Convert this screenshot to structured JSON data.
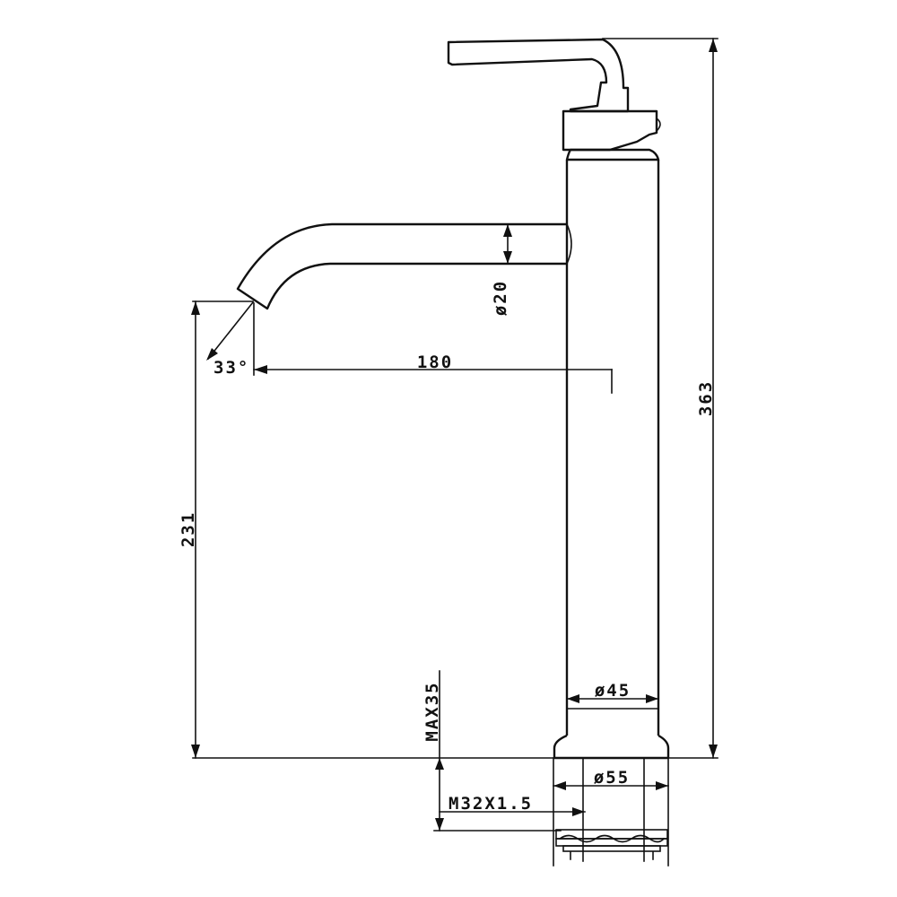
{
  "drawing": {
    "dimensions": {
      "total_height": "363",
      "spout_height": "231",
      "spout_reach": "180",
      "spout_diameter": "ø20",
      "spout_angle": "33°",
      "body_diameter": "ø45",
      "base_diameter": "ø55",
      "max_thickness": "MAX35",
      "thread": "M32X1.5"
    }
  }
}
